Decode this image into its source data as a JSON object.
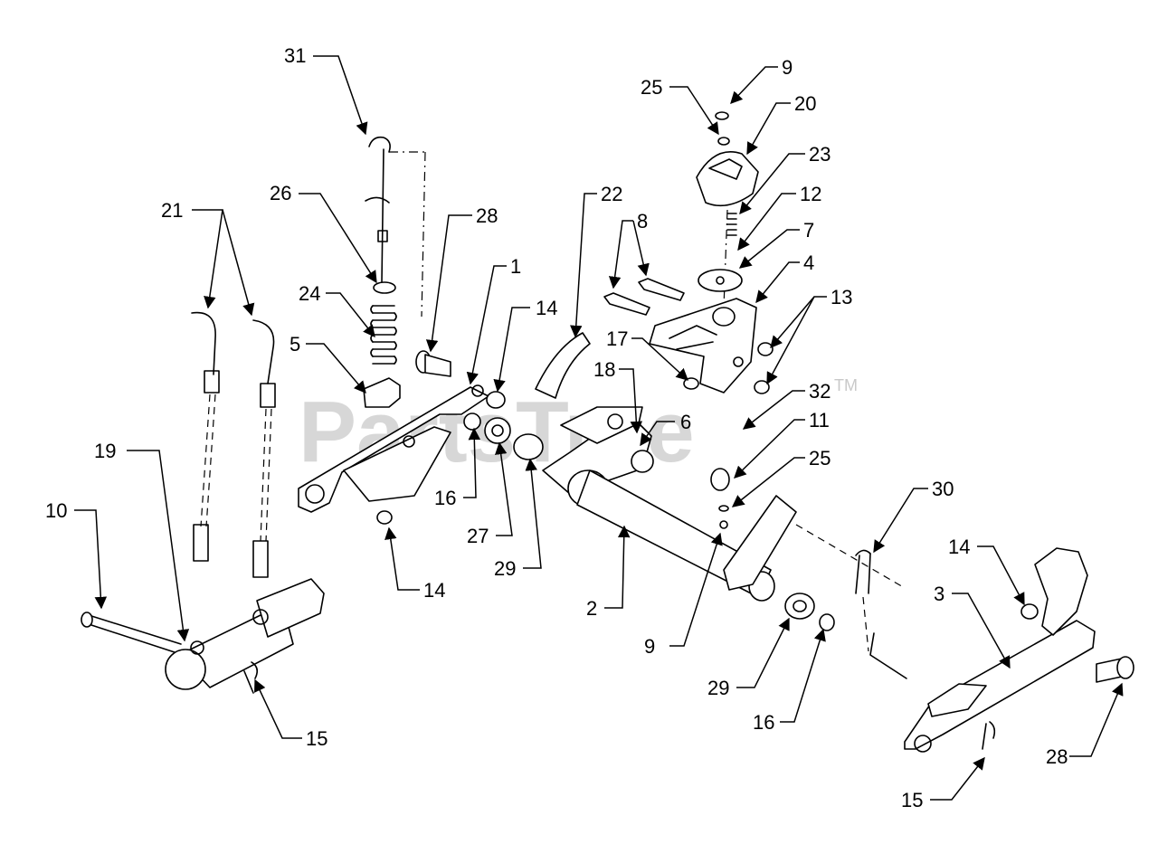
{
  "watermark": {
    "text": "PartsTree",
    "tm": "TM"
  },
  "callouts": [
    {
      "id": "c31a",
      "label": "31"
    },
    {
      "id": "c21",
      "label": "21"
    },
    {
      "id": "c26",
      "label": "26"
    },
    {
      "id": "c28a",
      "label": "28"
    },
    {
      "id": "c1",
      "label": "1"
    },
    {
      "id": "c24",
      "label": "24"
    },
    {
      "id": "c5",
      "label": "5"
    },
    {
      "id": "c14a",
      "label": "14"
    },
    {
      "id": "c19",
      "label": "19"
    },
    {
      "id": "c10",
      "label": "10"
    },
    {
      "id": "c16a",
      "label": "16"
    },
    {
      "id": "c27",
      "label": "27"
    },
    {
      "id": "c29a",
      "label": "29"
    },
    {
      "id": "c14b",
      "label": "14"
    },
    {
      "id": "c15a",
      "label": "15"
    },
    {
      "id": "c22",
      "label": "22"
    },
    {
      "id": "c17",
      "label": "17"
    },
    {
      "id": "c18",
      "label": "18"
    },
    {
      "id": "c6",
      "label": "6"
    },
    {
      "id": "c2",
      "label": "2"
    },
    {
      "id": "c25a",
      "label": "25"
    },
    {
      "id": "c9a",
      "label": "9"
    },
    {
      "id": "c20",
      "label": "20"
    },
    {
      "id": "c23",
      "label": "23"
    },
    {
      "id": "c12",
      "label": "12"
    },
    {
      "id": "c8",
      "label": "8"
    },
    {
      "id": "c7",
      "label": "7"
    },
    {
      "id": "c4",
      "label": "4"
    },
    {
      "id": "c13",
      "label": "13"
    },
    {
      "id": "c32",
      "label": "32"
    },
    {
      "id": "c11",
      "label": "11"
    },
    {
      "id": "c25b",
      "label": "25"
    },
    {
      "id": "c30",
      "label": "30"
    },
    {
      "id": "c9b",
      "label": "9"
    },
    {
      "id": "c29b",
      "label": "29"
    },
    {
      "id": "c16b",
      "label": "16"
    },
    {
      "id": "c14c",
      "label": "14"
    },
    {
      "id": "c3",
      "label": "3"
    },
    {
      "id": "c28b",
      "label": "28"
    },
    {
      "id": "c15b",
      "label": "15"
    }
  ]
}
